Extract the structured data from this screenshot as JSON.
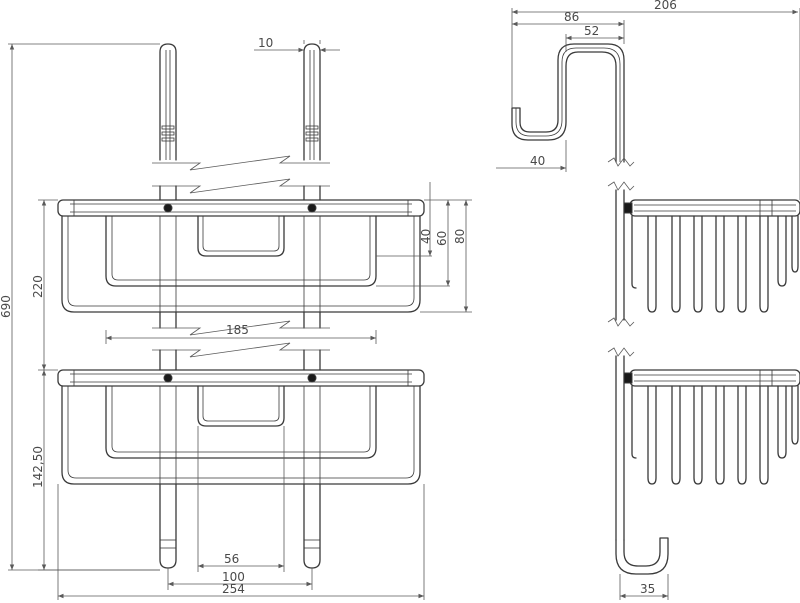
{
  "drawing": {
    "dimensions": {
      "rail_width": "10",
      "hook_total_width": "206",
      "hook_span": "86",
      "hook_inner": "52",
      "hook_lip": "40",
      "basket_height_40": "40",
      "basket_height_60": "60",
      "basket_height_80": "80",
      "total_height": "690",
      "basket_spacing": "220",
      "basket_inner_width": "185",
      "bottom_offset": "142,50",
      "width_56": "56",
      "width_100": "100",
      "total_width": "254",
      "bottom_hook": "35"
    }
  }
}
